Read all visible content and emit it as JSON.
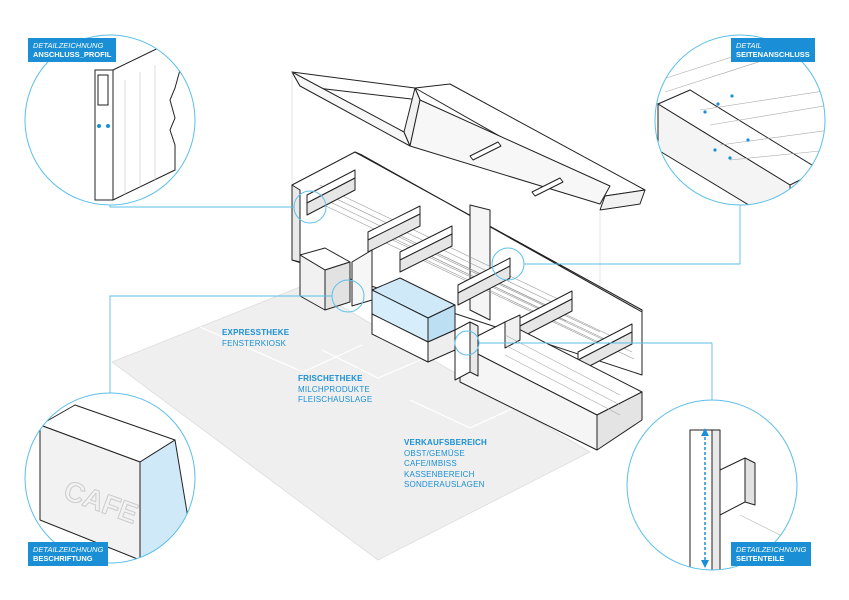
{
  "zones": [
    {
      "title": "EXPRESSTHEKE",
      "items": [
        "FENSTERKIOSK"
      ]
    },
    {
      "title": "FRISCHETHEKE",
      "items": [
        "MILCHPRODUKTE",
        "FLEISCHAUSLAGE"
      ]
    },
    {
      "title": "VERKAUFSBEREICH",
      "items": [
        "OBST/GEMÜSE",
        "CAFE/IMBISS",
        "KASSENBEREICH",
        "SONDERAUSLAGEN"
      ]
    }
  ],
  "details": [
    {
      "line1": "DETAILZEICHNUNG",
      "line2": "ANSCHLUSS_PROFIL"
    },
    {
      "line1": "DETAIL",
      "line2": "SEITENANSCHLUSS"
    },
    {
      "line1": "DETAILZEICHNUNG",
      "line2": "BESCHRIFTUNG"
    },
    {
      "line1": "DETAILZEICHNUNG",
      "line2": "SEITENTEILE"
    }
  ],
  "sign_text": "CAFE",
  "colors": {
    "accent": "#1a8fd6",
    "line": "#222222",
    "floor": "#eeeeee",
    "glass": "#cfe9f8",
    "callout": "#5bbfe8"
  }
}
